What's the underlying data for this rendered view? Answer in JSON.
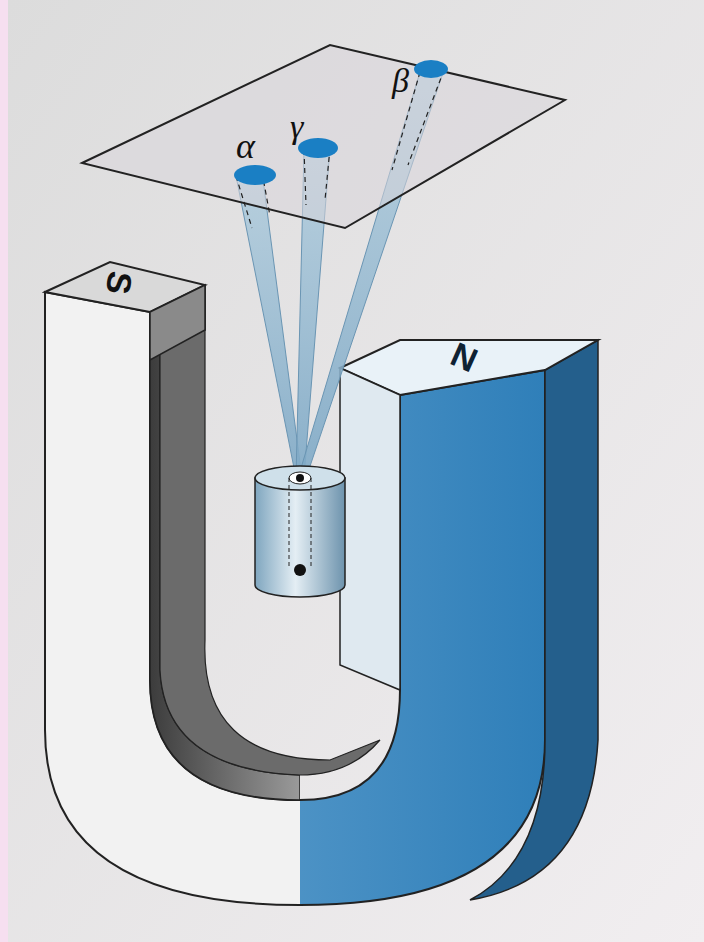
{
  "diagram": {
    "labels": [
      "α",
      "γ",
      "β",
      "S",
      "N"
    ]
  }
}
